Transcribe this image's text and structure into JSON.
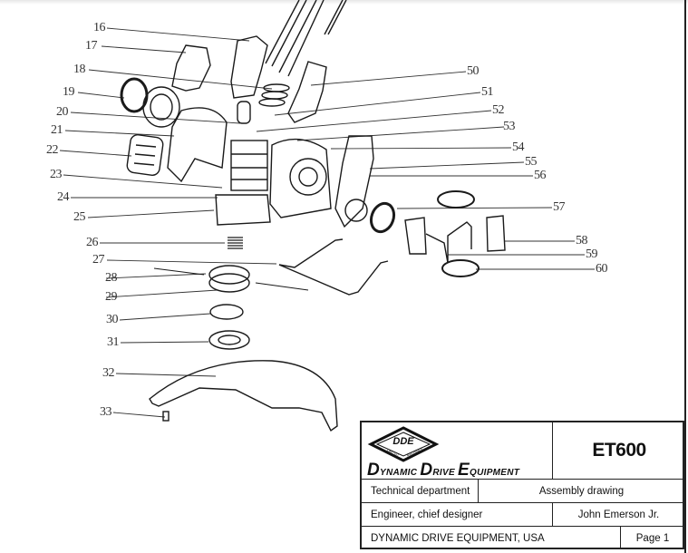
{
  "document": {
    "type": "Exploded assembly drawing"
  },
  "callouts": [
    {
      "num": "16"
    },
    {
      "num": "17"
    },
    {
      "num": "18"
    },
    {
      "num": "19"
    },
    {
      "num": "20"
    },
    {
      "num": "21"
    },
    {
      "num": "22"
    },
    {
      "num": "23"
    },
    {
      "num": "24"
    },
    {
      "num": "25"
    },
    {
      "num": "26"
    },
    {
      "num": "27"
    },
    {
      "num": "28"
    },
    {
      "num": "29"
    },
    {
      "num": "30"
    },
    {
      "num": "31"
    },
    {
      "num": "32"
    },
    {
      "num": "33"
    },
    {
      "num": "50"
    },
    {
      "num": "51"
    },
    {
      "num": "52"
    },
    {
      "num": "53"
    },
    {
      "num": "54"
    },
    {
      "num": "55"
    },
    {
      "num": "56"
    },
    {
      "num": "57"
    },
    {
      "num": "58"
    },
    {
      "num": "59"
    },
    {
      "num": "60"
    }
  ],
  "title_block": {
    "logo_text": "DDE",
    "logo_sub_left": "LIMITED",
    "logo_sub_right": "MACHINES",
    "company_name_parts": [
      {
        "initial": "D",
        "rest": "YNAMIC"
      },
      {
        "initial": "D",
        "rest": "RIVE"
      },
      {
        "initial": "E",
        "rest": "QUIPMENT"
      }
    ],
    "model": "ET600",
    "department": "Technical department",
    "drawing_type": "Assembly drawing",
    "role": "Engineer, chief designer",
    "engineer": "John Emerson Jr.",
    "company_footer": "DYNAMIC DRIVE EQUIPMENT, USA",
    "page": "Page 1"
  }
}
